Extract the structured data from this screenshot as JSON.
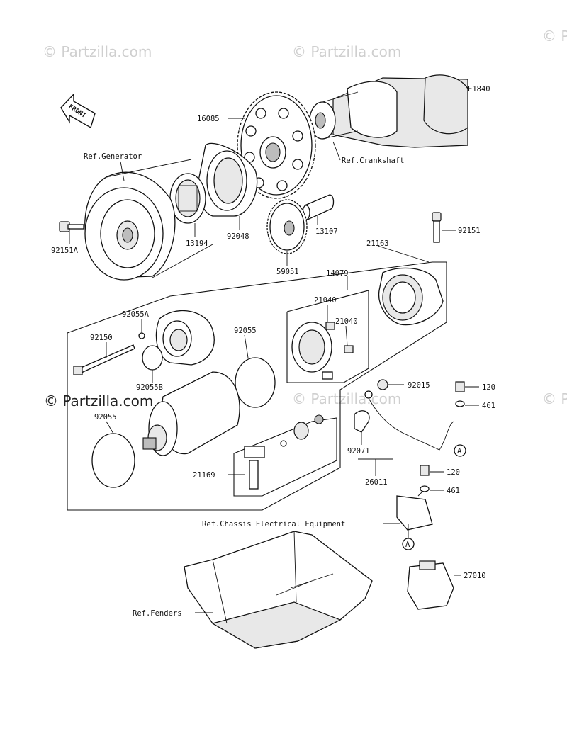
{
  "diagram_code": "E1840",
  "front_label": "FRONT",
  "watermarks": {
    "light": "© Partzilla.com",
    "dark": "© Partzilla.com"
  },
  "labels": {
    "p16085": "16085",
    "ref_generator": "Ref.Generator",
    "ref_crankshaft": "Ref.Crankshaft",
    "p92151a": "92151A",
    "p13194": "13194",
    "p92048": "92048",
    "p13107": "13107",
    "p92151": "92151",
    "p59051": "59051",
    "p21163": "21163",
    "p14079": "14079",
    "p21040_a": "21040",
    "p21040_b": "21040",
    "p92055a": "92055A",
    "p92150": "92150",
    "p92055_top": "92055",
    "p92055b": "92055B",
    "p92055_bottom": "92055",
    "p92015": "92015",
    "p120_a": "120",
    "p461_a": "461",
    "p92071": "92071",
    "p21169": "21169",
    "p26011": "26011",
    "p120_b": "120",
    "p461_b": "461",
    "ref_chassis": "Ref.Chassis Electrical Equipment",
    "p27010": "27010",
    "ref_fenders": "Ref.Fenders",
    "circle_a_1": "A",
    "circle_a_2": "A"
  }
}
